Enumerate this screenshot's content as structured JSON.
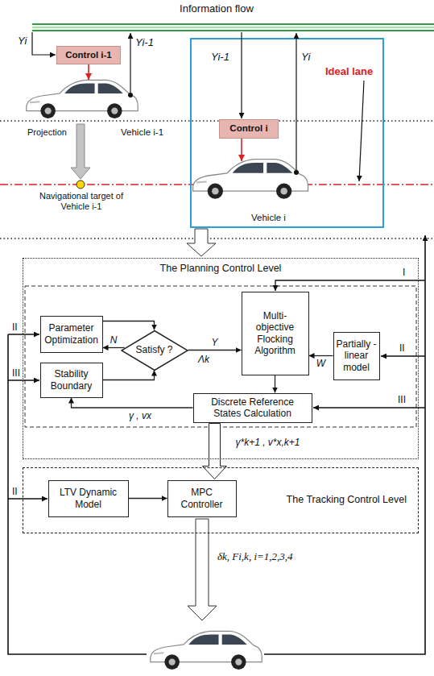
{
  "diagram": {
    "nodes": [
      {
        "text": [
          "Control i-1"
        ]
      },
      {
        "text": [
          "Control i"
        ]
      },
      {
        "text": [
          "The Planning Control Level"
        ]
      },
      {
        "text": [
          "Parameter Optimization"
        ],
        "in": 2
      },
      {
        "text": [
          "Satisfy ?"
        ],
        "in": 2
      },
      {
        "text": [
          "Multi-objective Flocking Algorithm"
        ],
        "in": 2
      },
      {
        "text": [
          "Partially -linear model"
        ],
        "in": 2
      },
      {
        "text": [
          "Stability Boundary"
        ],
        "in": 2
      },
      {
        "text": [
          "Discrete Reference States Calculation"
        ],
        "in": 2
      },
      {
        "text": [
          "The Tracking Control Level"
        ]
      },
      {
        "text": [
          "LTV Dynamic Model"
        ],
        "in": 9
      },
      {
        "text": [
          "MPC Controller"
        ],
        "in": 9
      }
    ],
    "edges": [
      {
        "from": 4,
        "to": 3,
        "label": "N",
        "arrow": "to"
      },
      {
        "from": 4,
        "to": 5,
        "label": "Y",
        "arrow": "to"
      },
      {
        "from": 3,
        "to": 4,
        "arrow": "to"
      },
      {
        "from": 7,
        "to": 4,
        "arrow": "to"
      },
      {
        "from": 6,
        "to": 5,
        "label": "W",
        "arrow": "to"
      },
      {
        "from": 5,
        "to": 8,
        "arrow": "to"
      },
      {
        "from": 8,
        "to": 7,
        "label": "γ , vx",
        "arrow": "to"
      },
      {
        "from": 8,
        "to": 11,
        "label": "γ*k+1 , v*x,k+1",
        "arrow": "to"
      },
      {
        "from": 10,
        "to": 11,
        "arrow": "to"
      }
    ],
    "labels": [
      "Information flow",
      "Yi",
      "Yi-1",
      "Yi-1",
      "Yi",
      "Ideal lane",
      "Projection",
      "Vehicle i-1",
      "Navigational target of Vehicle i-1",
      "Vehicle i",
      "I",
      "II",
      "III",
      "II",
      "III",
      "II",
      "Λk",
      "δk, Fi,k, i=1,2,3,4"
    ]
  }
}
